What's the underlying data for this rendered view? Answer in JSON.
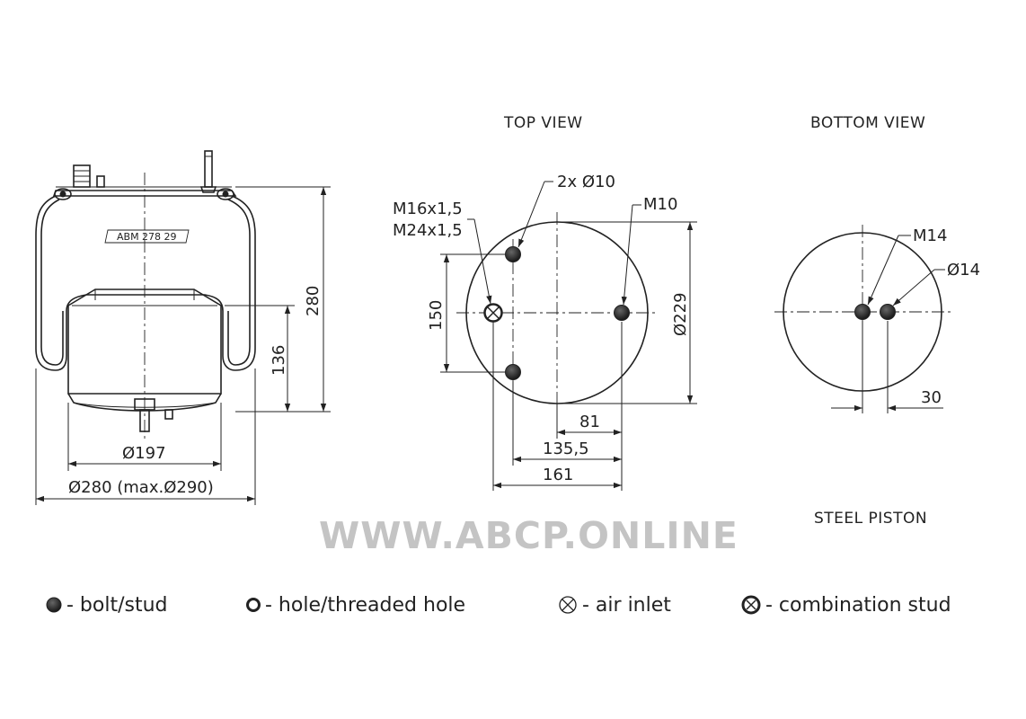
{
  "views": {
    "top": "TOP VIEW",
    "bottom": "BOTTOM VIEW",
    "piston": "STEEL PISTON"
  },
  "side": {
    "part_label": "ABM  278 29",
    "dim_height_total": "280",
    "dim_height_piston": "136",
    "dim_piston_dia": "Ø197",
    "dim_outer_dia": "Ø280 (max.Ø290)"
  },
  "top": {
    "label_holes": "2x Ø10",
    "label_m10": "M10",
    "label_thread_1": "M16x1,5",
    "label_thread_2": "M24x1,5",
    "dim_150": "150",
    "dim_229": "Ø229",
    "dim_81": "81",
    "dim_135": "135,5",
    "dim_161": "161"
  },
  "bottom": {
    "label_m14": "M14",
    "label_d14": "Ø14",
    "dim_30": "30"
  },
  "watermark": "WWW.ABCP.ONLINE",
  "legend": [
    {
      "icon": "bolt-stud-icon",
      "text": "- bolt/stud"
    },
    {
      "icon": "hole-icon",
      "text": "- hole/threaded hole"
    },
    {
      "icon": "air-inlet-icon",
      "text": "- air inlet"
    },
    {
      "icon": "combination-stud-icon",
      "text": "- combination stud"
    }
  ]
}
